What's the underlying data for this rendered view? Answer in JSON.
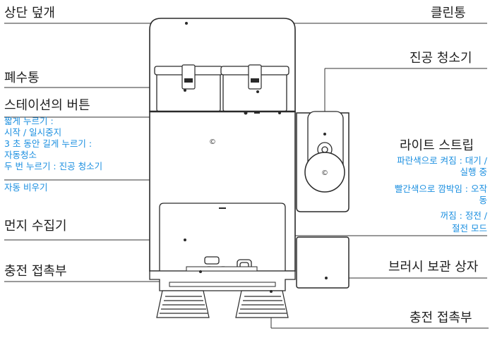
{
  "labels": {
    "top_cover": "상단 덮개",
    "clean_tank": "클린통",
    "waste_tank": "폐수통",
    "station_button": "스테이션의 버튼",
    "vacuum": "진공 청소기",
    "light_strip": "라이트 스트립",
    "dust_collector": "먼지 수집기",
    "brush_box": "브러시 보관 상자",
    "charge_contact_left": "충전 접촉부",
    "charge_contact_bottom": "충전 접촉부"
  },
  "button_desc": [
    "짧게 누르기 :",
    "시작 / 일시중지",
    "3 초 동안 길게 누르기 :",
    "자동청소",
    "두 번 누르기 : 진공 청소기",
    "자동 비우기"
  ],
  "light_desc": [
    "파란색으로 켜짐 : 대기 /",
    "실행 중",
    "빨간색으로 깜박임 : 오작",
    "동",
    "꺼짐 : 정전 /",
    "절전 모드"
  ],
  "colors": {
    "accent": "#1b8fe0",
    "line": "#333333"
  }
}
